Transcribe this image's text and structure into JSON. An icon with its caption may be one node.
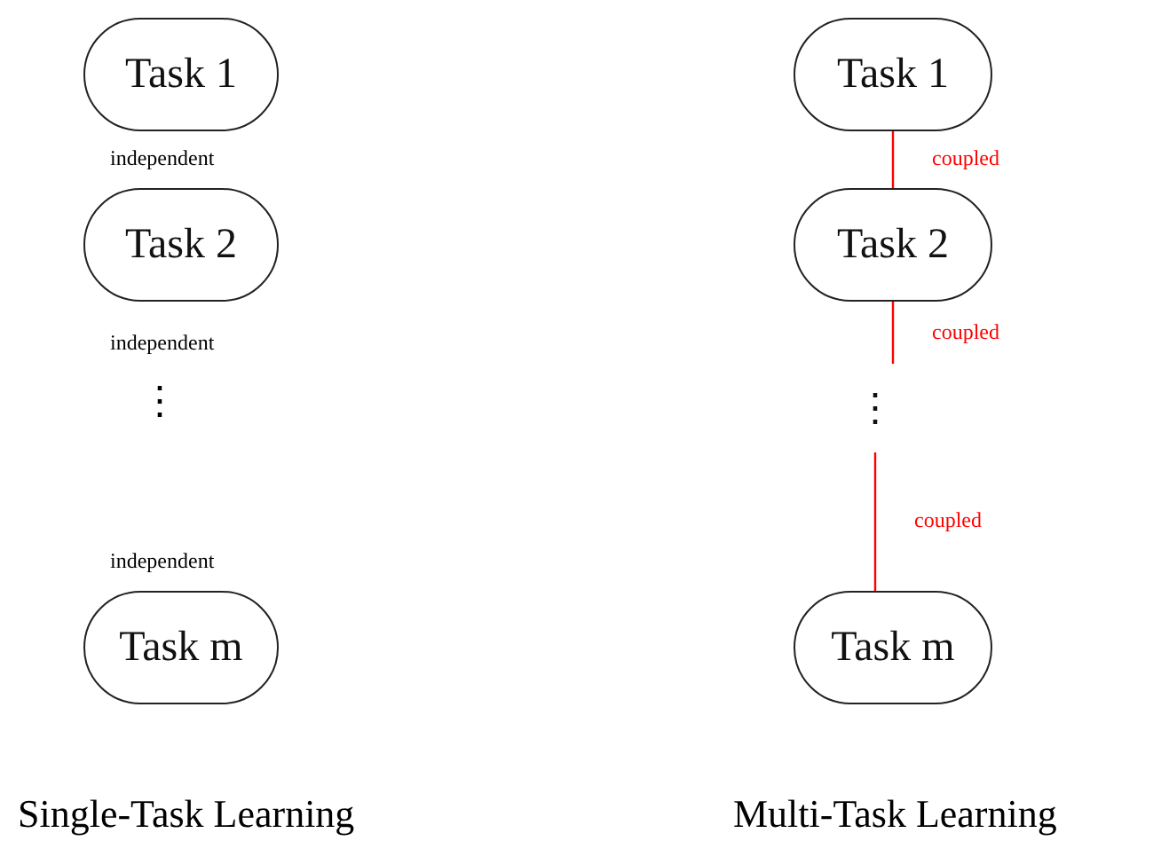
{
  "diagram": {
    "nodes": [
      {
        "text": [
          "Task 1"
        ]
      },
      {
        "text": [
          "Task 2"
        ]
      },
      {
        "text": [
          "Task m"
        ]
      },
      {
        "text": [
          "Task 1"
        ]
      },
      {
        "text": [
          "Task 2"
        ]
      },
      {
        "text": [
          "⋮"
        ]
      },
      {
        "text": [
          "Task m"
        ]
      }
    ],
    "edges": [
      {
        "from": 3,
        "to": 4,
        "arrow": "none",
        "label": "coupled",
        "color": "#ff0000"
      },
      {
        "from": 4,
        "to": 5,
        "arrow": "none",
        "label": "coupled",
        "color": "#ff0000"
      },
      {
        "from": 5,
        "to": 6,
        "arrow": "none",
        "label": "coupled",
        "color": "#ff0000"
      }
    ],
    "labels": [
      "independent",
      "independent",
      "⋮",
      "independent",
      "Single-Task Learning",
      "Multi-Task Learning"
    ]
  }
}
